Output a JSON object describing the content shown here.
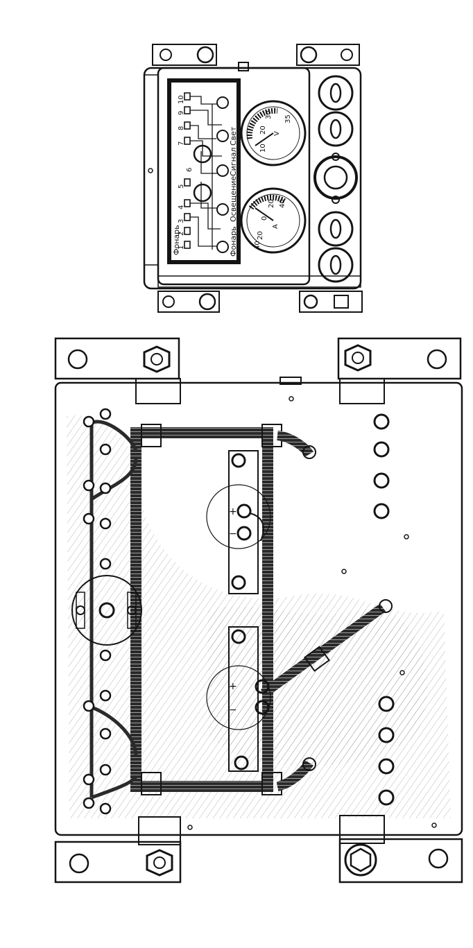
{
  "colors": {
    "ink": "#141414",
    "paper": "#ffffff",
    "shade": "#8a8a8a",
    "hatch": "#3a3a3a"
  },
  "front_panel": {
    "strip_labels": [
      "Фонарь",
      "Фонарь",
      "Освещение",
      "Сигнал",
      "Свет"
    ],
    "terminal_numbers": [
      "10",
      "9",
      "8",
      "7",
      "6",
      "5",
      "4",
      "3",
      "2",
      "1"
    ],
    "voltmeter": {
      "scale_labels": [
        "10",
        "20",
        "30",
        "35"
      ],
      "unit": "V"
    },
    "ammeter": {
      "scale_labels": [
        "20",
        "0",
        "20",
        "40",
        "40"
      ],
      "unit": "A"
    },
    "switches": [
      "switch-1",
      "switch-2",
      "switch-3",
      "switch-4",
      "switch-5"
    ]
  },
  "rear_panel": {
    "upper_meter": {
      "plus": "+",
      "minus": "−"
    },
    "lower_meter": {
      "plus": "+",
      "minus": "−"
    }
  }
}
